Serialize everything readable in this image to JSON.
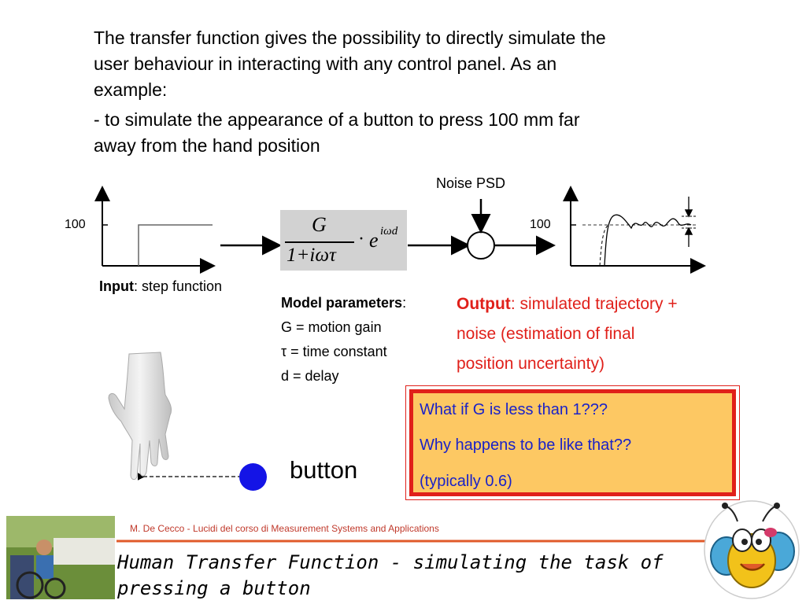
{
  "intro": {
    "line1": "The transfer function gives the possibility to directly simulate the",
    "line2": "user behaviour in interacting with any control panel. As an",
    "line3": "example:",
    "bullet1": "- to simulate the appearance of a button to press 100 mm far",
    "bullet2": "away from the hand position"
  },
  "diagram": {
    "input_tick": "100",
    "output_tick": "100",
    "noise_label": "Noise PSD",
    "formula": {
      "numerator": "G",
      "denominator": "1+iωτ",
      "exp_base": "e",
      "exp_power": "iωd",
      "dot": "·"
    },
    "input_caption_bold": "Input",
    "input_caption_rest": ": step function"
  },
  "model": {
    "heading": "Model parameters",
    "colon": ":",
    "params": [
      "G = motion gain",
      "τ = time constant",
      "d = delay"
    ]
  },
  "output": {
    "bold": "Output",
    "line1": ": simulated trajectory +",
    "line2": "noise (estimation of final",
    "line3": "position uncertainty)"
  },
  "callout": {
    "lines": [
      "What if G is less than 1???",
      "Why happens to be like that??",
      "(typically 0.6)"
    ]
  },
  "hand_scene": {
    "button_label": "button"
  },
  "footer": {
    "credit": "M. De Cecco - Lucidi del corso di Measurement Systems and Applications",
    "title_line1": "Human Transfer Function - simulating the task of",
    "title_line2": "pressing a button"
  },
  "colors": {
    "accent_red": "#e0201a",
    "question_blue": "#1a22c8",
    "callout_fill": "#fdc863",
    "formula_bg": "#d2d2d2",
    "button_blue": "#1414e6",
    "footer_line": "#e05a2a"
  }
}
